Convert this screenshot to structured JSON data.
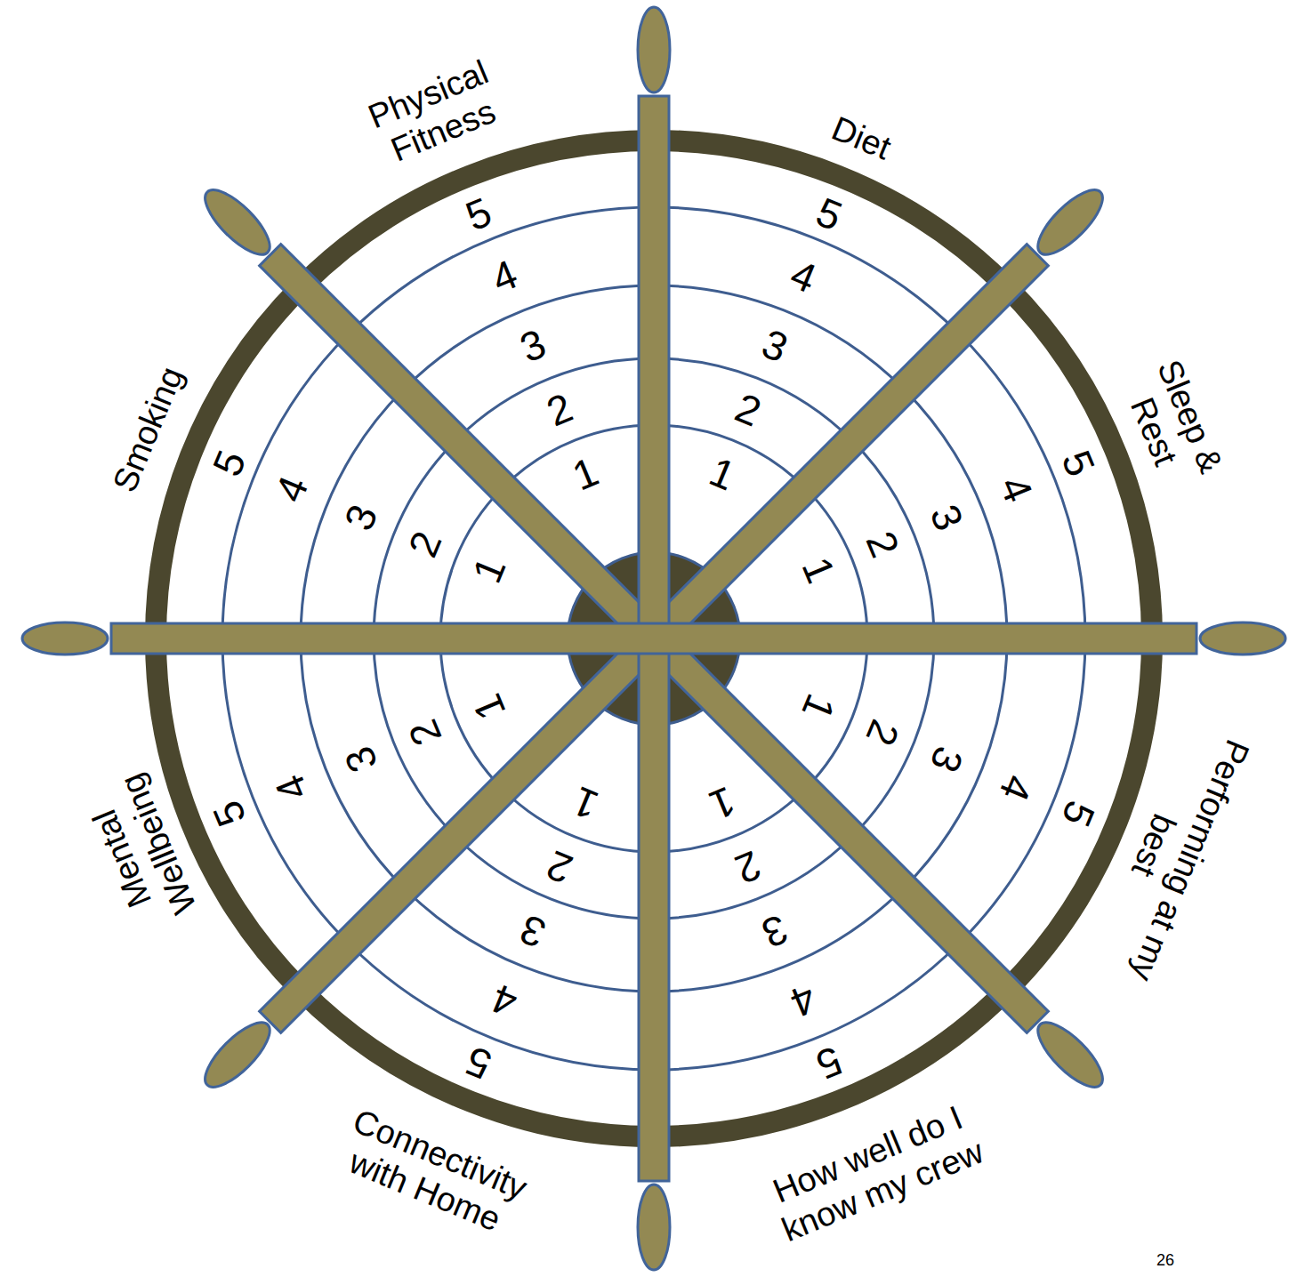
{
  "diagram": {
    "labels": [
      "Physical Fitness",
      "1",
      "2",
      "3",
      "4",
      "5",
      "Diet",
      "1",
      "2",
      "3",
      "4",
      "5",
      "Sleep & Rest",
      "1",
      "2",
      "3",
      "4",
      "5",
      "Performing at my best",
      "1",
      "2",
      "3",
      "4",
      "5",
      "How well do I know my crew",
      "1",
      "2",
      "3",
      "4",
      "5",
      "Connectivity with Home",
      "1",
      "2",
      "3",
      "4",
      "5",
      "Mental Wellbeing",
      "1",
      "2",
      "3",
      "4",
      "5",
      "Smoking",
      "1",
      "2",
      "3",
      "4",
      "5",
      "26"
    ]
  }
}
